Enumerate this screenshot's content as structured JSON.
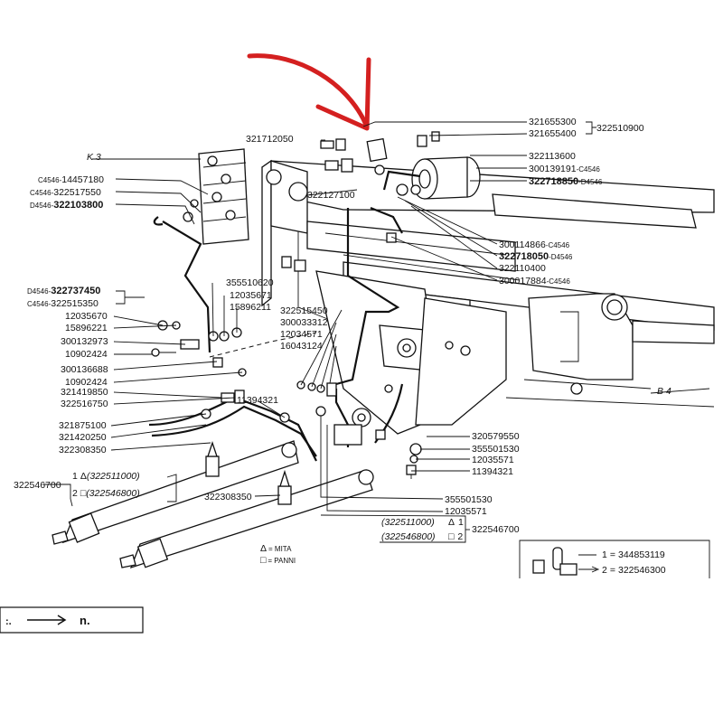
{
  "page": {
    "section_labels": {
      "k3": "K 3",
      "b4": "B 4"
    },
    "right_top": {
      "group": "322510900",
      "items": [
        "321655300",
        "321655400",
        "322113600"
      ],
      "c_item": {
        "code": "300139191",
        "suffix": "-C4546"
      },
      "d_item": {
        "code": "322718850",
        "suffix": "-D4546"
      }
    },
    "top_center": {
      "p1": "321712050",
      "p2": "322127100"
    },
    "right_middle": [
      {
        "code": "300114866",
        "suffix": "-C4546"
      },
      {
        "code": "322718050",
        "suffix": "-D4546"
      },
      {
        "code": "322110400",
        "suffix": ""
      },
      {
        "code": "300017884",
        "suffix": "-C4546"
      }
    ],
    "left_top": [
      {
        "prefix": "C4546-",
        "code": "14457180"
      },
      {
        "prefix": "C4546-",
        "code": "322517550"
      },
      {
        "prefix": "D4546-",
        "code": "322103800"
      }
    ],
    "left_mid": [
      {
        "prefix": "D4546-",
        "code": "322737450"
      },
      {
        "prefix": "C4546-",
        "code": "322515350"
      }
    ],
    "left_list": [
      "12035670",
      "15896221",
      "300132973",
      "10902424",
      "300136688",
      "10902424",
      "321419850",
      "322516750"
    ],
    "center_small": [
      "355510620",
      "12035671",
      "15896211"
    ],
    "center_list": [
      "322515450",
      "300033312",
      "12034571",
      "16043124"
    ],
    "hose_parts": {
      "p1": "11394321"
    },
    "bottom_left": [
      "321875100",
      "321420250",
      "322308350"
    ],
    "bottom_group": {
      "main": "322546700",
      "num1": "1",
      "num2": "2",
      "v1": "(322511000)",
      "v2": "(322546800)",
      "fitting": "322308350"
    },
    "right_lower": [
      "320579550",
      "355501530",
      "12035571",
      "11394321"
    ],
    "bottom_center": [
      "355501530",
      "12035571"
    ],
    "bottom_right": {
      "v1": "(322511000)",
      "v2": "(322546800)",
      "num1": "1",
      "num2": "2",
      "main": "322546700"
    },
    "legend_sym": {
      "mita": "= MITA",
      "panni": "= PANNI"
    },
    "inset": {
      "row1_num": "1",
      "row1_code": "344853119",
      "row2_num": "2",
      "row2_code": "322546300",
      "eq": "="
    },
    "bottom_box": {
      "text_left": ":.",
      "text_right": "n."
    }
  },
  "colors": {
    "arrow": "#d42020",
    "ink": "#111111"
  },
  "icons": [
    "red-pointer-arrow",
    "right-arrow-icon",
    "triangle-symbol",
    "square-symbol"
  ]
}
